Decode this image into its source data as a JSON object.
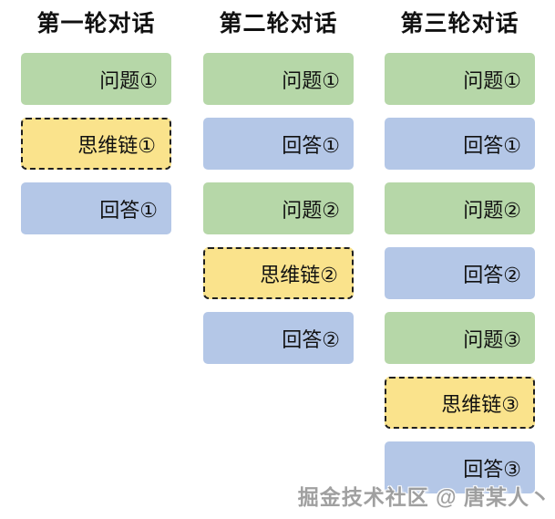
{
  "colors": {
    "question_green": "#B6D7A8",
    "answer_blue": "#B4C7E7",
    "cot_yellow": "#FAE38C",
    "dashed_border": "#1F1F1F",
    "text": "#111111",
    "watermark_gray": "#9B9B9B"
  },
  "columns": [
    {
      "header": "第一轮对话",
      "boxes": [
        {
          "label": "问题①",
          "type": "question"
        },
        {
          "label": "思维链①",
          "type": "cot"
        },
        {
          "label": "回答①",
          "type": "answer"
        }
      ]
    },
    {
      "header": "第二轮对话",
      "boxes": [
        {
          "label": "问题①",
          "type": "question"
        },
        {
          "label": "回答①",
          "type": "answer"
        },
        {
          "label": "问题②",
          "type": "question"
        },
        {
          "label": "思维链②",
          "type": "cot"
        },
        {
          "label": "回答②",
          "type": "answer"
        }
      ]
    },
    {
      "header": "第三轮对话",
      "boxes": [
        {
          "label": "问题①",
          "type": "question"
        },
        {
          "label": "回答①",
          "type": "answer"
        },
        {
          "label": "问题②",
          "type": "question"
        },
        {
          "label": "回答②",
          "type": "answer"
        },
        {
          "label": "问题③",
          "type": "question"
        },
        {
          "label": "思维链③",
          "type": "cot"
        },
        {
          "label": "回答③",
          "type": "answer"
        }
      ]
    }
  ],
  "watermark": "掘金技术社区 @ 唐某人丶"
}
